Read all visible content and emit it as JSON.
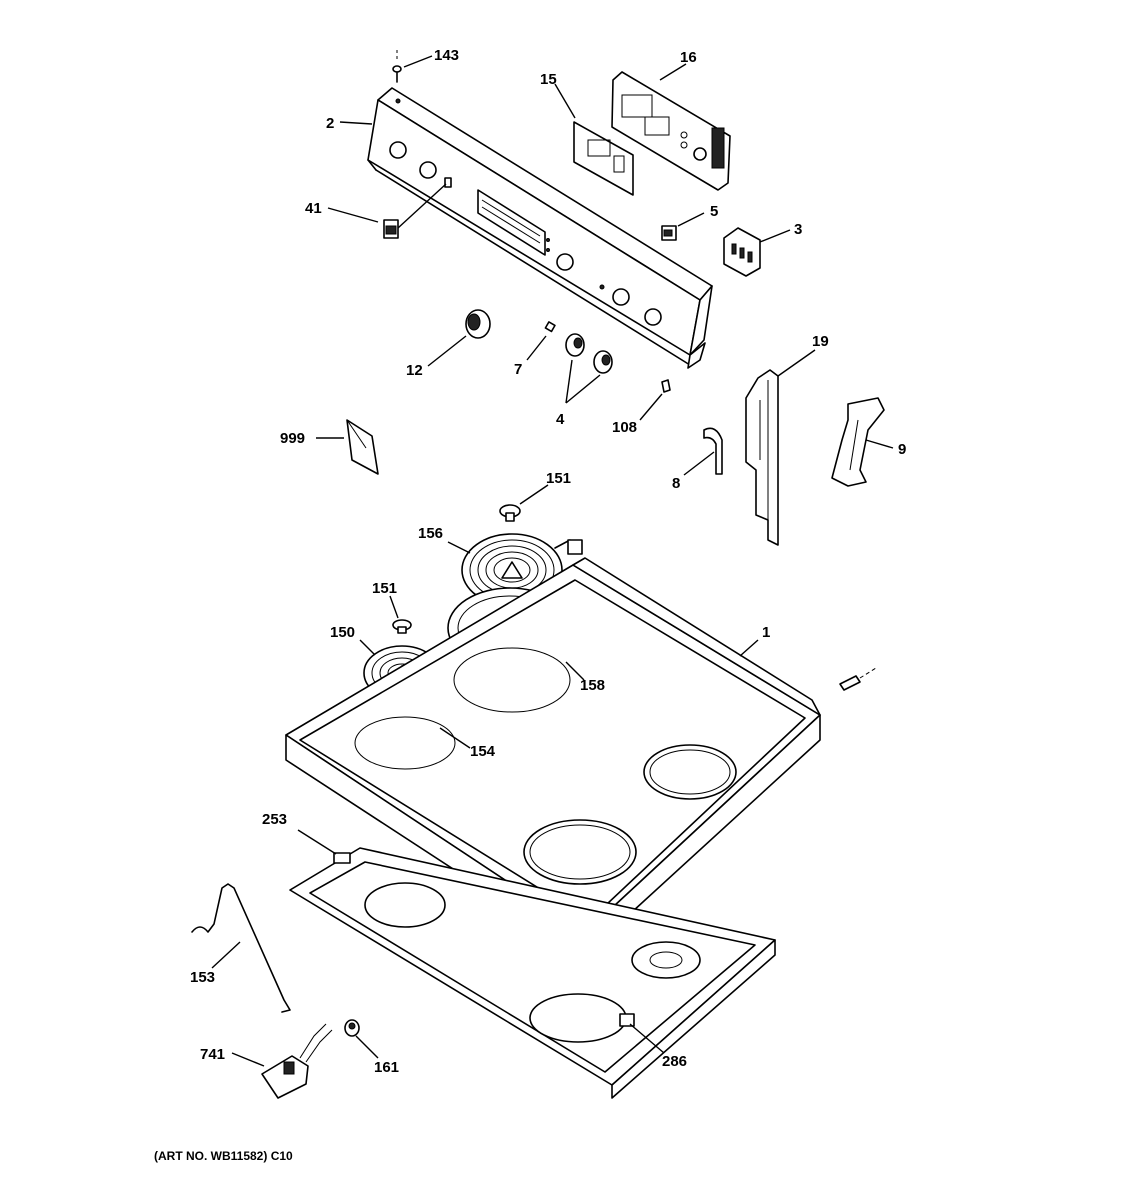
{
  "labels": {
    "143": "143",
    "16": "16",
    "15": "15",
    "2": "2",
    "41": "41",
    "5": "5",
    "3": "3",
    "12": "12",
    "7": "7",
    "4": "4",
    "108": "108",
    "19": "19",
    "9": "9",
    "8": "8",
    "999": "999",
    "151a": "151",
    "151b": "151",
    "156": "156",
    "150": "150",
    "1": "1",
    "158": "158",
    "154": "154",
    "253": "253",
    "153": "153",
    "741": "741",
    "161": "161",
    "286": "286"
  },
  "caption": "(ART NO. WB11582) C10"
}
